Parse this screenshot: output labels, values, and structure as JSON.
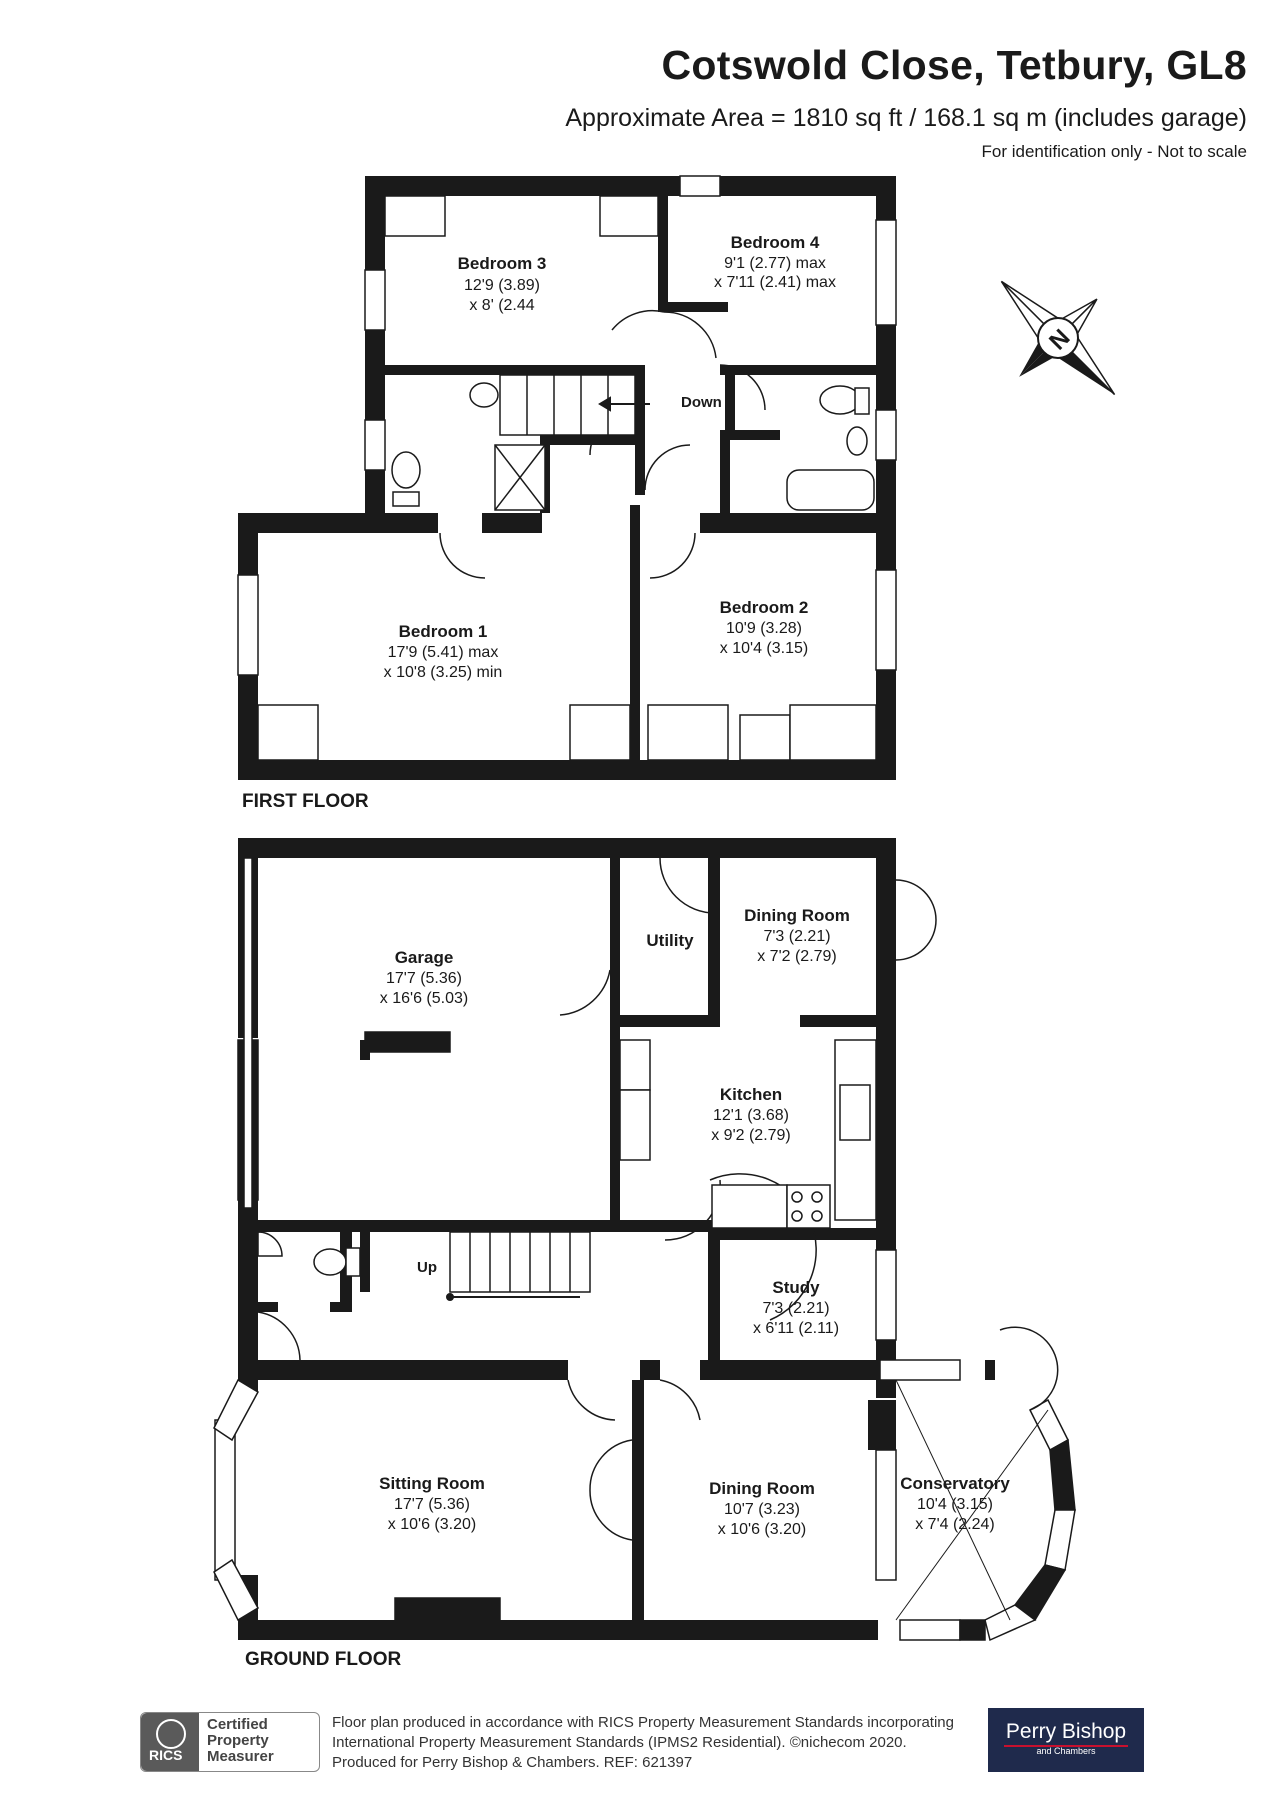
{
  "header": {
    "title": "Cotswold Close, Tetbury, GL8",
    "area": "Approximate Area = 1810 sq ft / 168.1 sq m (includes garage)",
    "note": "For identification only - Not to scale"
  },
  "compass": {
    "label": "N"
  },
  "first_floor": {
    "label": "FIRST FLOOR",
    "bedroom3": {
      "name": "Bedroom 3",
      "dim1": "12'9 (3.89)",
      "dim2": "x 8' (2.44"
    },
    "bedroom4": {
      "name": "Bedroom 4",
      "dim1": "9'1 (2.77) max",
      "dim2": "x 7'11 (2.41) max"
    },
    "bedroom1": {
      "name": "Bedroom 1",
      "dim1": "17'9 (5.41) max",
      "dim2": "x 10'8 (3.25) min"
    },
    "bedroom2": {
      "name": "Bedroom 2",
      "dim1": "10'9 (3.28)",
      "dim2": "x 10'4 (3.15)"
    },
    "stairs_label": "Down"
  },
  "ground_floor": {
    "label": "GROUND FLOOR",
    "garage": {
      "name": "Garage",
      "dim1": "17'7 (5.36)",
      "dim2": "x 16'6 (5.03)"
    },
    "utility": {
      "name": "Utility"
    },
    "dining_room_top": {
      "name": "Dining Room",
      "dim1": "7'3 (2.21)",
      "dim2": "x 7'2 (2.79)"
    },
    "kitchen": {
      "name": "Kitchen",
      "dim1": "12'1 (3.68)",
      "dim2": "x 9'2 (2.79)"
    },
    "study": {
      "name": "Study",
      "dim1": "7'3 (2.21)",
      "dim2": "x 6'11 (2.11)"
    },
    "sitting_room": {
      "name": "Sitting Room",
      "dim1": "17'7 (5.36)",
      "dim2": "x 10'6 (3.20)"
    },
    "dining_room": {
      "name": "Dining Room",
      "dim1": "10'7 (3.23)",
      "dim2": "x 10'6 (3.20)"
    },
    "conservatory": {
      "name": "Conservatory",
      "dim1": "10'4 (3.15)",
      "dim2": "x 7'4 (2.24)"
    },
    "stairs_label": "Up"
  },
  "footer": {
    "rics_logo": "RICS",
    "certified": [
      "Certified",
      "Property",
      "Measurer"
    ],
    "lines": [
      "Floor plan produced in accordance with RICS Property Measurement Standards incorporating",
      "International Property Measurement Standards (IPMS2 Residential).  ©nichecom 2020.",
      "Produced for Perry Bishop & Chambers.   REF: 621397"
    ],
    "brand_name": "Perry Bishop",
    "brand_sub": "and Chambers"
  },
  "colors": {
    "wall": "#1a1a1a",
    "brand_bg": "#1f2a4c",
    "brand_accent": "#c8102e",
    "rics_grey": "#5a5a5a"
  }
}
